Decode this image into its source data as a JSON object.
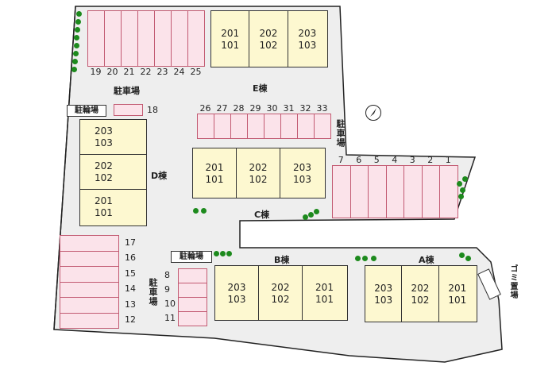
{
  "parking_label": "駐車場",
  "bicycle_parking_label": "駐輪場",
  "garbage_label": "ゴミ置場",
  "parking_top": [
    "19",
    "20",
    "21",
    "22",
    "23",
    "24",
    "25"
  ],
  "parking_18": "18",
  "parking_middle": [
    "26",
    "27",
    "28",
    "29",
    "30",
    "31",
    "32",
    "33"
  ],
  "parking_right": [
    "7",
    "6",
    "5",
    "4",
    "3",
    "2",
    "1"
  ],
  "parking_left": [
    "17",
    "16",
    "15",
    "14",
    "13",
    "12"
  ],
  "parking_small": [
    "8",
    "9",
    "10",
    "11"
  ],
  "buildings": {
    "E": {
      "label": "E棟",
      "units": [
        [
          "201",
          "101"
        ],
        [
          "202",
          "102"
        ],
        [
          "203",
          "103"
        ]
      ]
    },
    "D": {
      "label": "D棟",
      "units": [
        [
          "203",
          "103"
        ],
        [
          "202",
          "102"
        ],
        [
          "201",
          "101"
        ]
      ]
    },
    "C": {
      "label": "C棟",
      "units": [
        [
          "201",
          "101"
        ],
        [
          "202",
          "102"
        ],
        [
          "203",
          "103"
        ]
      ]
    },
    "B": {
      "label": "B棟",
      "units": [
        [
          "203",
          "103"
        ],
        [
          "202",
          "102"
        ],
        [
          "201",
          "101"
        ]
      ]
    },
    "A": {
      "label": "A棟",
      "units": [
        [
          "203",
          "103"
        ],
        [
          "202",
          "102"
        ],
        [
          "201",
          "101"
        ]
      ]
    }
  },
  "colors": {
    "parking": "#fbe3ea",
    "building": "#fdf8d0",
    "ground": "#eeeeee",
    "tree": "#1d8a1d"
  }
}
